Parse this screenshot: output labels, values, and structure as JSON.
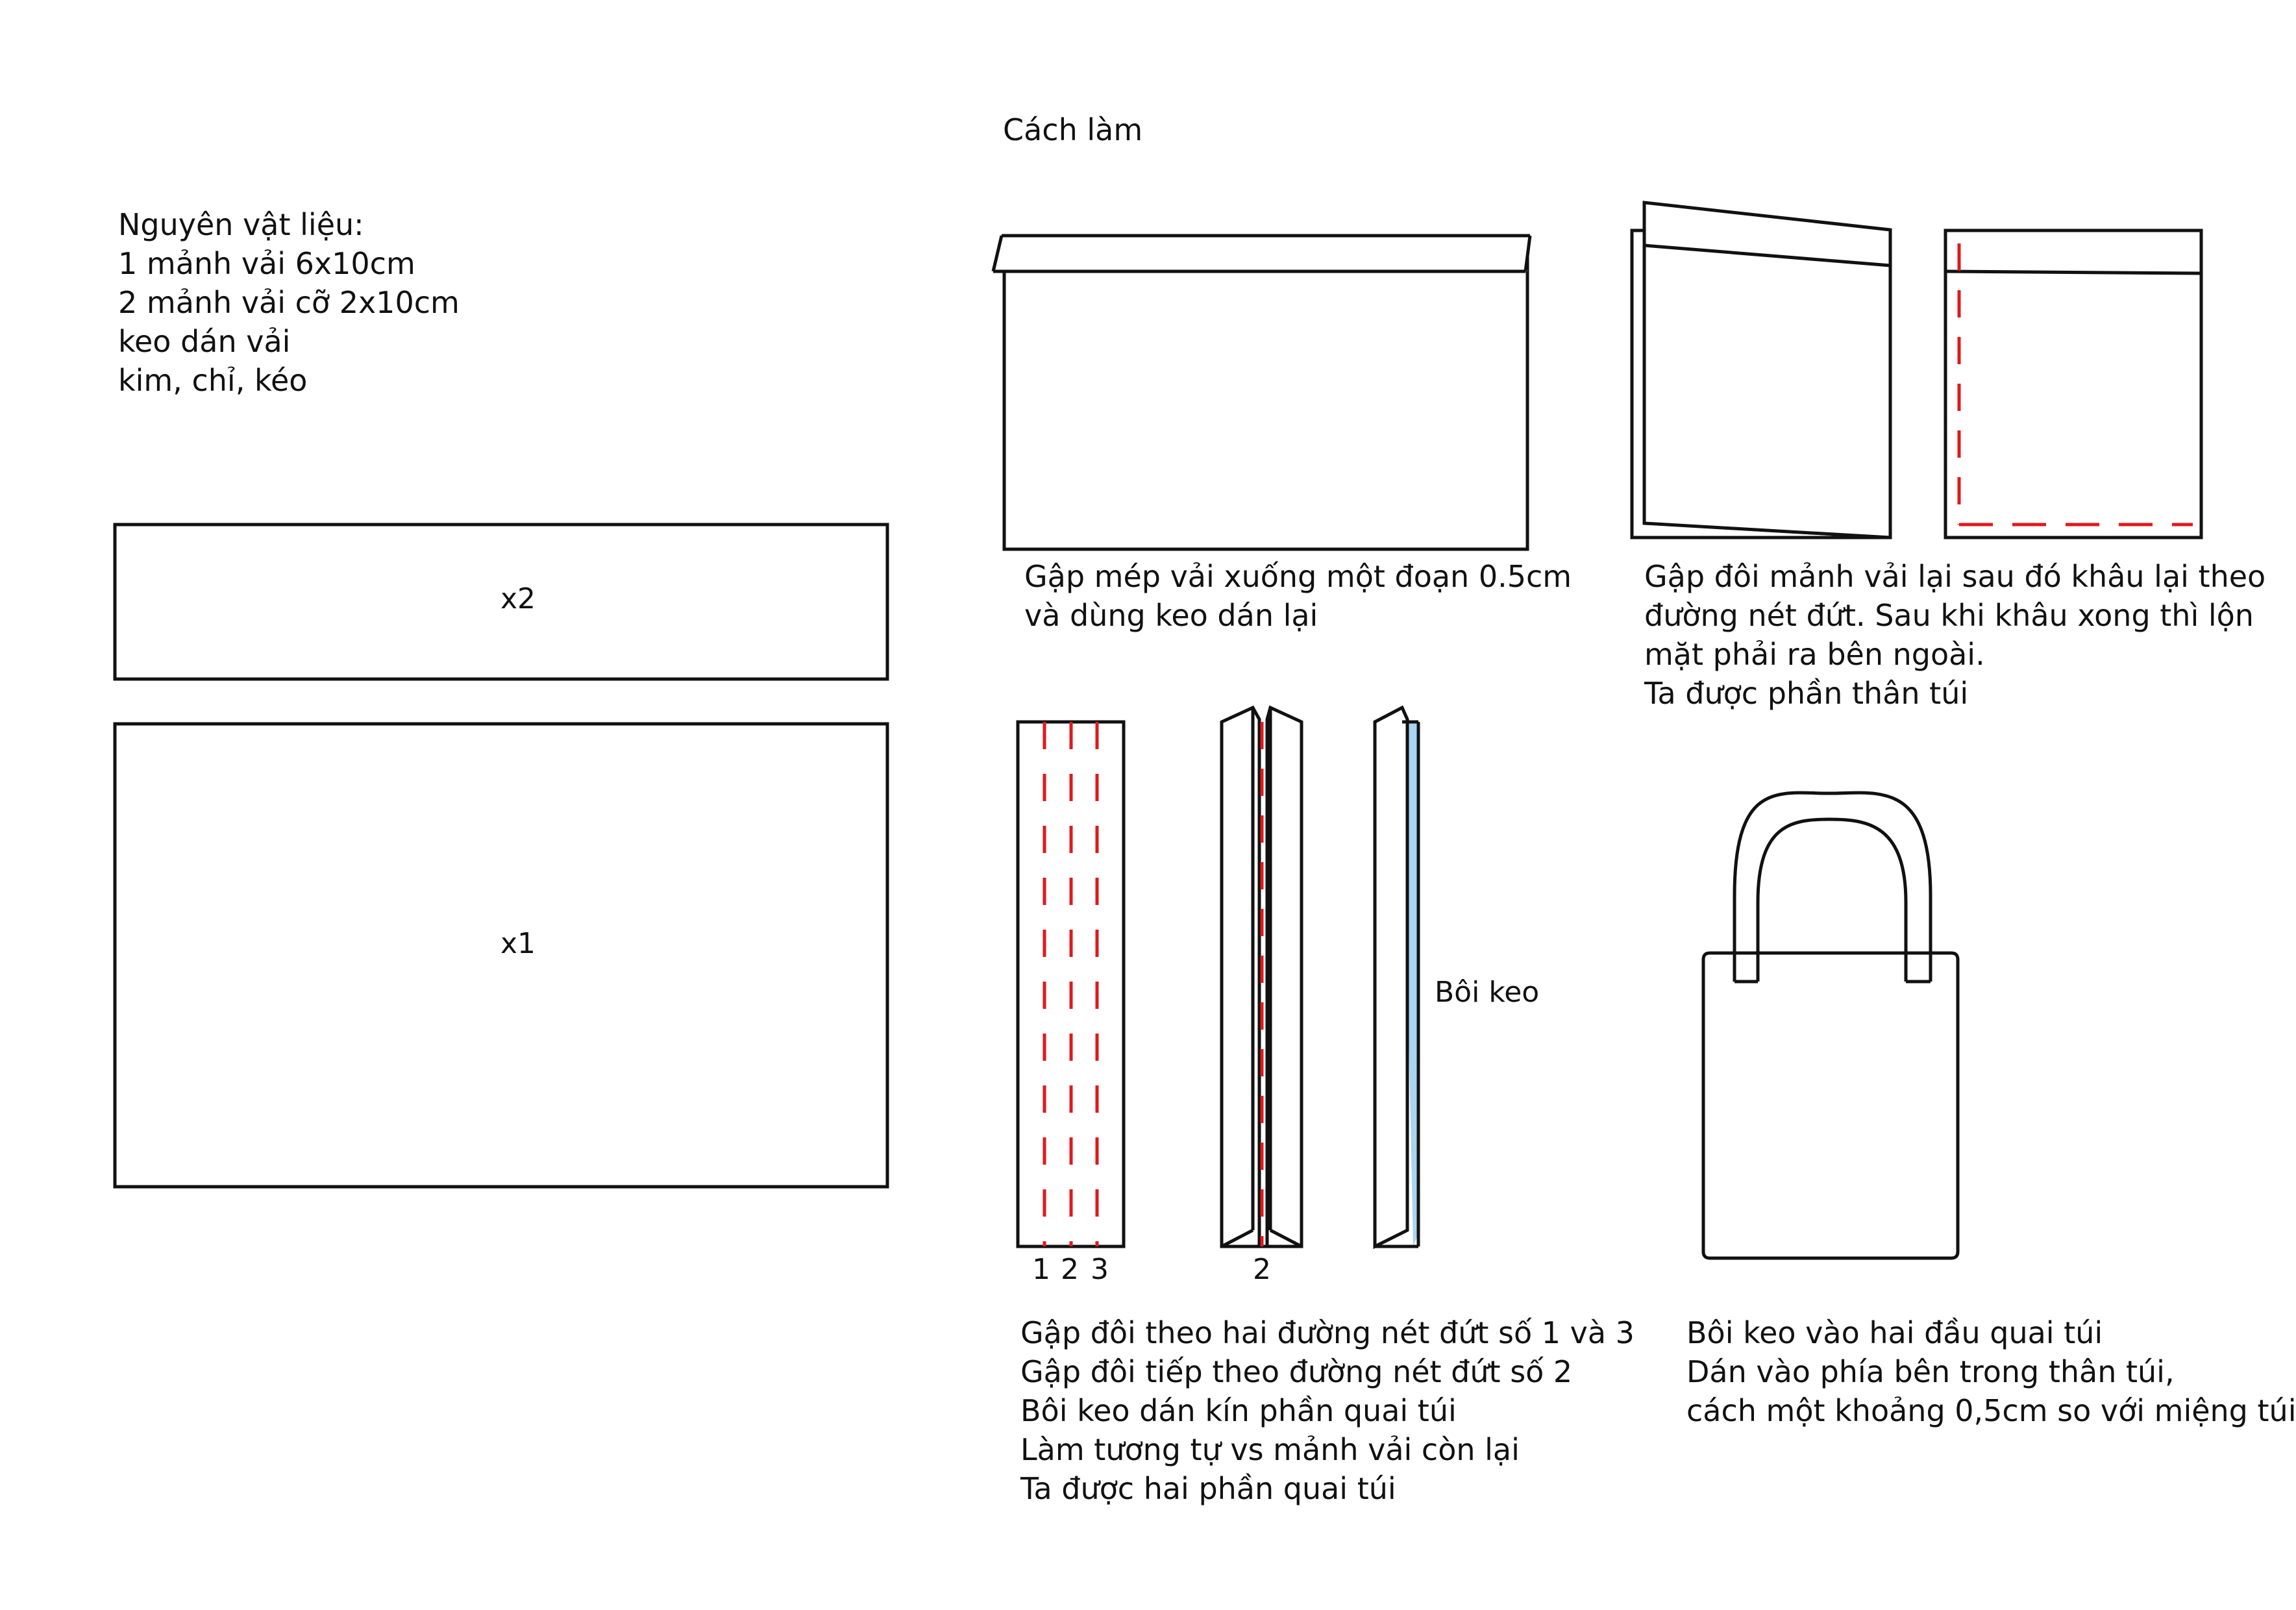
{
  "heading": "Cách làm",
  "materials": {
    "title": "Nguyên vật liệu:",
    "items": [
      "1 mảnh vải 6x10cm",
      "2 mảnh vải cỡ 2x10cm",
      "keo dán vải",
      "kim, chỉ, kéo"
    ]
  },
  "pieces": {
    "strip_label": "x2",
    "body_label": "x1"
  },
  "step1": {
    "lines": [
      "Gập mép vải xuống một đoạn 0.5cm",
      "và dùng keo dán lại"
    ]
  },
  "step2": {
    "lines": [
      "Gập đôi mảnh vải lại sau đó khâu lại theo",
      "đường nét đứt. Sau khi khâu xong thì lộn",
      "mặt phải ra bên ngoài.",
      "Ta được phần thân túi"
    ]
  },
  "step3": {
    "fold_numbers": [
      "1",
      "2",
      "3"
    ],
    "second_fold_number": "2",
    "glue_label": "Bôi keo",
    "lines": [
      "Gập đôi theo hai đường nét đứt số 1 và 3",
      "Gập đôi tiếp theo đường nét đứt số 2",
      "Bôi keo dán kín phần quai túi",
      "Làm tương tự vs mảnh vải còn lại",
      "Ta được hai phần quai túi"
    ]
  },
  "step4": {
    "lines": [
      "Bôi keo vào hai đầu quai túi",
      "Dán vào phía bên trong thân túi,",
      "cách một khoảng 0,5cm so với miệng túi"
    ]
  },
  "colors": {
    "outline": "#111111",
    "stitch_line": "#e0191b",
    "glue": "#a9d4f2"
  }
}
